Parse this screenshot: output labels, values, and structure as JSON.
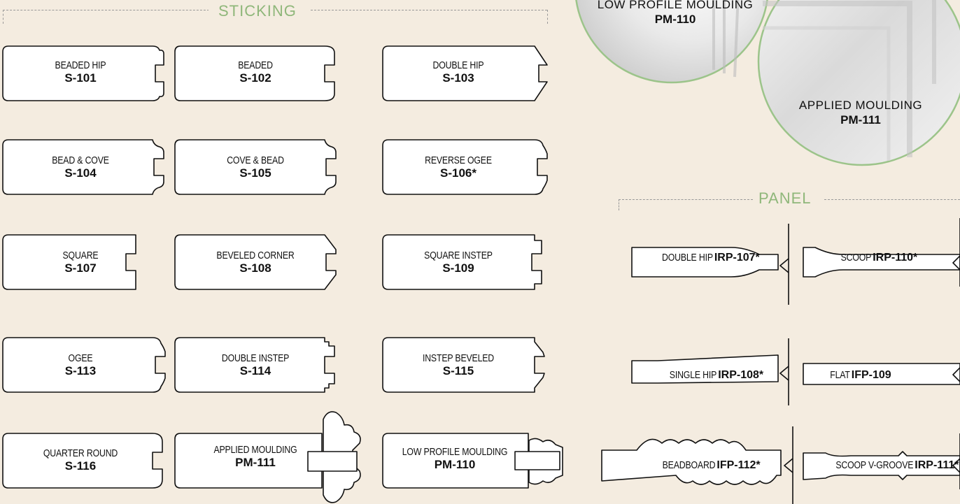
{
  "sections": {
    "sticking_title": "STICKING",
    "panel_title": "PANEL"
  },
  "sticking": [
    {
      "name": "BEADED HIP",
      "code": "S-101"
    },
    {
      "name": "BEADED",
      "code": "S-102"
    },
    {
      "name": "DOUBLE HIP",
      "code": "S-103"
    },
    {
      "name": "BEAD & COVE",
      "code": "S-104"
    },
    {
      "name": "COVE & BEAD",
      "code": "S-105"
    },
    {
      "name": "REVERSE OGEE",
      "code": "S-106*"
    },
    {
      "name": "SQUARE",
      "code": "S-107"
    },
    {
      "name": "BEVELED CORNER",
      "code": "S-108"
    },
    {
      "name": "SQUARE INSTEP",
      "code": "S-109"
    },
    {
      "name": "OGEE",
      "code": "S-113"
    },
    {
      "name": "DOUBLE INSTEP",
      "code": "S-114"
    },
    {
      "name": "INSTEP BEVELED",
      "code": "S-115"
    },
    {
      "name": "QUARTER ROUND",
      "code": "S-116"
    },
    {
      "name": "APPLIED MOULDING",
      "code": "PM-111"
    },
    {
      "name": "LOW PROFILE MOULDING",
      "code": "PM-110"
    }
  ],
  "panels": [
    {
      "name": "DOUBLE HIP",
      "code": "IRP-107*"
    },
    {
      "name": "SCOOP",
      "code": "IRP-110*"
    },
    {
      "name": "SINGLE HIP",
      "code": "IRP-108*"
    },
    {
      "name": "FLAT",
      "code": "IFP-109"
    },
    {
      "name": "BEADBOARD",
      "code": "IFP-112*"
    },
    {
      "name": "SCOOP V-GROOVE",
      "code": "IRP-111*"
    }
  ],
  "mouldings": [
    {
      "name": "LOW PROFILE MOULDING",
      "code": "PM-110"
    },
    {
      "name": "APPLIED MOULDING",
      "code": "PM-111"
    }
  ],
  "colors": {
    "background": "#f4ece0",
    "accent_green": "#8fb77a",
    "circle_border": "#9cc48a"
  }
}
